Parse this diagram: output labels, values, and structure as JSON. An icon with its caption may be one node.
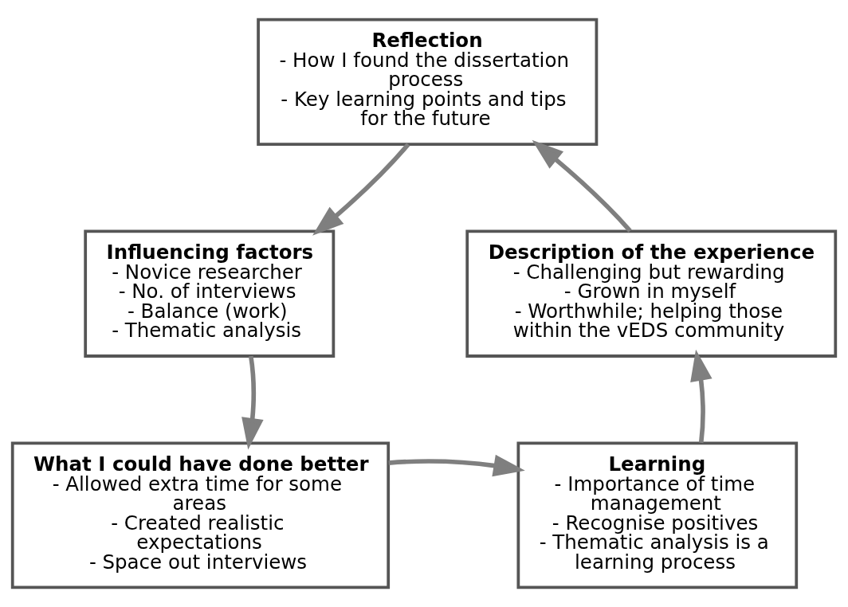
{
  "diagram": {
    "nodes": [
      {
        "text": [
          "Reflection",
          "- How I found the dissertation process",
          "- Key learning points and tips for the future"
        ]
      },
      {
        "text": [
          "Influencing factors",
          "- Novice researcher",
          "- No. of interviews",
          "- Balance (work)",
          "- Thematic analysis"
        ]
      },
      {
        "text": [
          "What I could have done better",
          "- Allowed extra time for some areas",
          "- Created realistic expectations",
          "- Space out interviews"
        ]
      },
      {
        "text": [
          "Learning",
          "- Importance of time management",
          "- Recognise positives",
          "- Thematic analysis is a learning process"
        ]
      },
      {
        "text": [
          "Description of the experience",
          "- Challenging but rewarding",
          "- Grown in myself",
          "- Worthwhile; helping those within the vEDS community"
        ]
      }
    ],
    "edges": [
      {
        "from": 0,
        "to": 1,
        "arrow": "to"
      },
      {
        "from": 1,
        "to": 2,
        "arrow": "to"
      },
      {
        "from": 2,
        "to": 3,
        "arrow": "to"
      },
      {
        "from": 3,
        "to": 4,
        "arrow": "to"
      },
      {
        "from": 4,
        "to": 0,
        "arrow": "to"
      }
    ]
  }
}
